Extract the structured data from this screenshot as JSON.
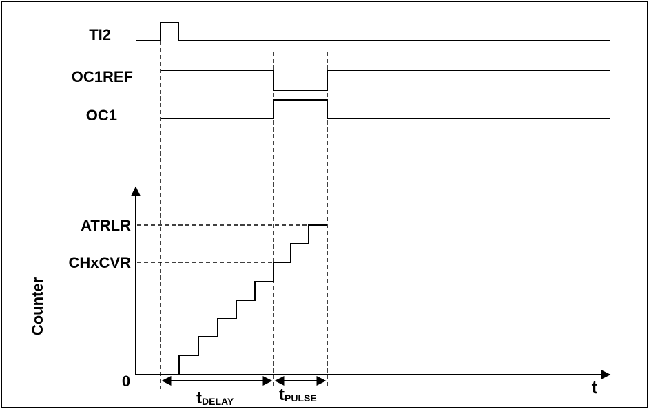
{
  "signals": {
    "ti2": "TI2",
    "oc1ref": "OC1REF",
    "oc1": "OC1"
  },
  "counter": {
    "axis_label": "Counter",
    "zero_label": "0",
    "atrlr_label": "ATRLR",
    "chxcvr_label": "CHxCVR"
  },
  "time_axis": {
    "label": "t"
  },
  "intervals": {
    "delay": {
      "main": "t",
      "sub": "DELAY"
    },
    "pulse": {
      "main": "t",
      "sub": "PULSE"
    }
  }
}
